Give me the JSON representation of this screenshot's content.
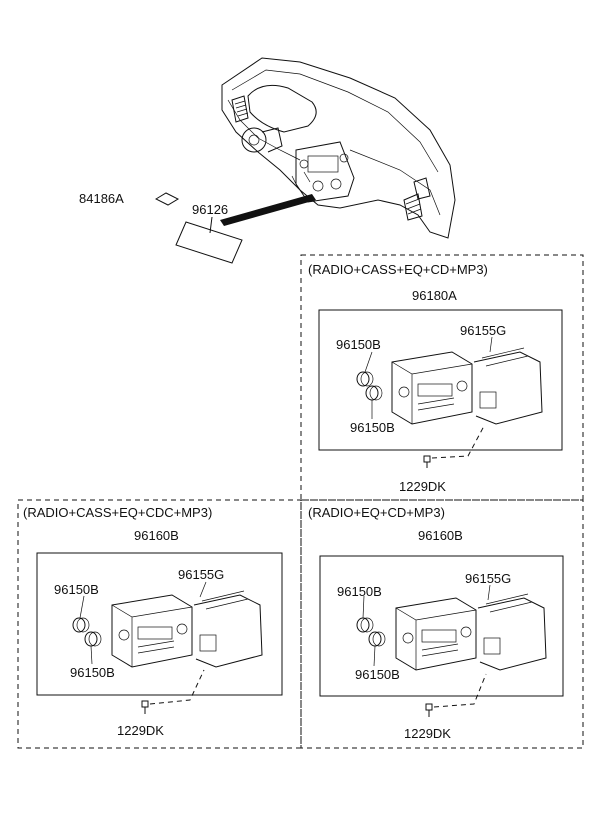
{
  "parts": {
    "label_84186A": "84186A",
    "label_96126": "96126"
  },
  "box_top_right": {
    "header": "(RADIO+CASS+EQ+CD+MP3)",
    "assembly": "96180A",
    "bracket": "96155G",
    "knob_upper": "96150B",
    "knob_lower": "96150B",
    "screw": "1229DK"
  },
  "box_bottom_left": {
    "header": "(RADIO+CASS+EQ+CDC+MP3)",
    "assembly": "96160B",
    "bracket": "96155G",
    "knob_upper": "96150B",
    "knob_lower": "96150B",
    "screw": "1229DK"
  },
  "box_bottom_right": {
    "header": "(RADIO+EQ+CD+MP3)",
    "assembly": "96160B",
    "bracket": "96155G",
    "knob_upper": "96150B",
    "knob_lower": "96150B",
    "screw": "1229DK"
  }
}
